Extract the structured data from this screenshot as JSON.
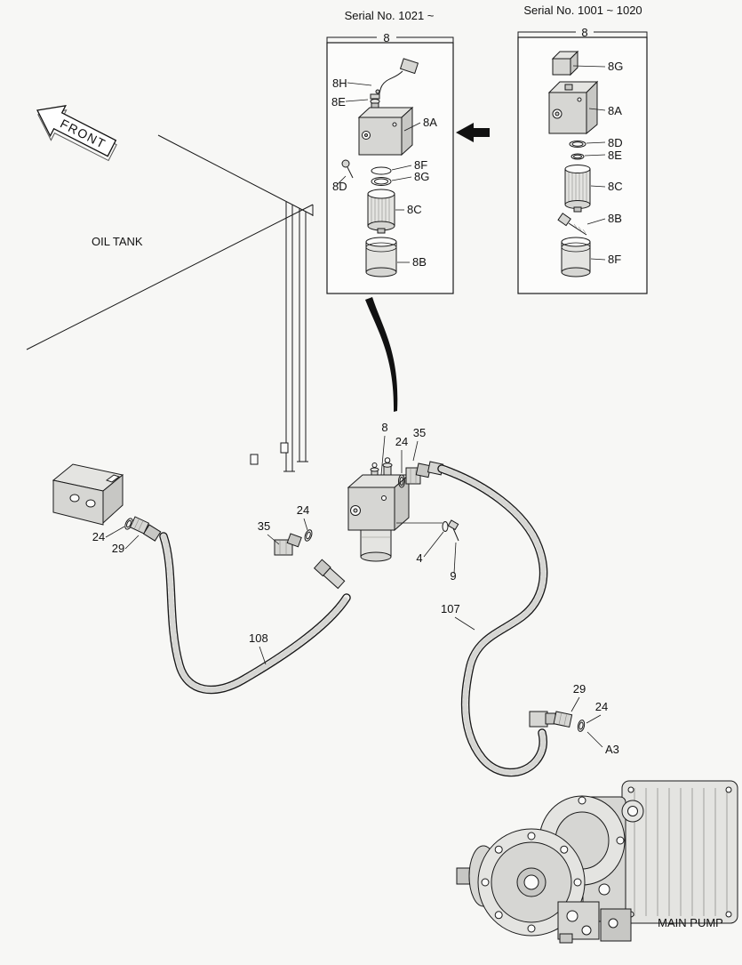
{
  "labels": {
    "front": "FRONT",
    "oil_tank": "OIL TANK",
    "main_pump": "MAIN PUMP"
  },
  "inset_left": {
    "serial": "Serial No. 1021 ~",
    "group_label": "8",
    "parts": {
      "h": "8H",
      "e": "8E",
      "a": "8A",
      "f": "8F",
      "g": "8G",
      "d": "8D",
      "c": "8C",
      "b": "8B"
    }
  },
  "inset_right": {
    "serial": "Serial No. 1001 ~ 1020",
    "group_label": "8",
    "parts": {
      "g": "8G",
      "a": "8A",
      "d": "8D",
      "e": "8E",
      "c": "8C",
      "b": "8B",
      "f": "8F"
    }
  },
  "callouts": {
    "valve": "8",
    "oring_top": "24",
    "elbow_top": "35",
    "oring_mid": "24",
    "elbow_mid": "35",
    "oring_left": "24",
    "nipple_left": "29",
    "washer": "4",
    "bolt": "9",
    "hose_right": "107",
    "hose_left": "108",
    "nipple_pump": "29",
    "oring_pump": "24",
    "port_a3": "A3"
  },
  "colors": {
    "line": "#1a1a1a",
    "background": "#f7f7f5"
  }
}
